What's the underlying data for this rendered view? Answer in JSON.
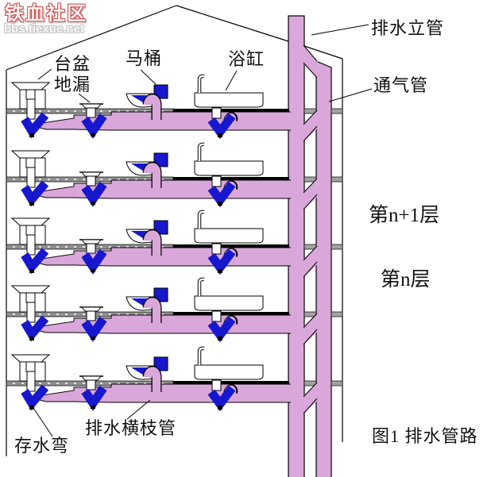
{
  "watermark": {
    "title": "铁血社区",
    "url": "bbs.tiexue.net"
  },
  "labels": {
    "basin": "台盆",
    "floor_drain": "地漏",
    "toilet": "马桶",
    "bathtub": "浴缸",
    "drain_riser": "排水立管",
    "vent_pipe": "通气管",
    "floor_n_plus_1": "第n+1层",
    "floor_n": "第n层",
    "trap": "存水弯",
    "branch_drain_pipe": "排水横枝管",
    "caption": "图1 排水管路"
  },
  "colors": {
    "pipe-pink": "#D9A7DA",
    "water-blue": "#1717CE",
    "slab-gray": "#8F8F8F",
    "slab-light": "#A2A2A2",
    "watermark-red": "#CC4A4A",
    "watermark-gray": "#C4C4C4"
  },
  "floors": {
    "count": 5,
    "slab_y": [
      137,
      223,
      308,
      393,
      480
    ]
  }
}
